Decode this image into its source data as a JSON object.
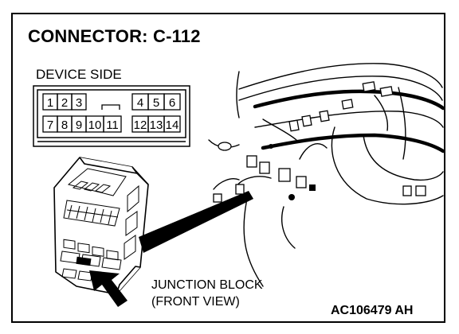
{
  "diagram": {
    "title": "CONNECTOR: C-112",
    "device_side_label": "DEVICE SIDE",
    "connector_pins_top": [
      "1",
      "2",
      "3",
      "",
      "4",
      "5",
      "6"
    ],
    "connector_pins_bottom": [
      "7",
      "8",
      "9",
      "10",
      "11",
      "12",
      "13",
      "14"
    ],
    "caption_line1": "JUNCTION BLOCK",
    "caption_line2": "(FRONT VIEW)",
    "figure_code": "AC106479 AH"
  },
  "colors": {
    "line": "#000000",
    "background": "#ffffff"
  }
}
